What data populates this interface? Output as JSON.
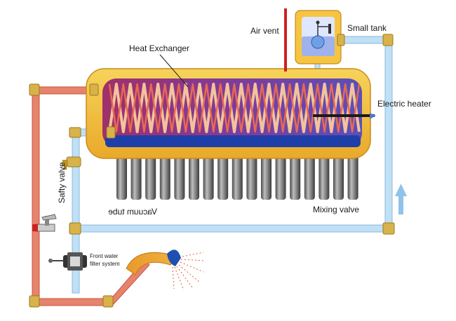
{
  "labels": {
    "air_vent": "Air vent",
    "small_tank": "Small tank",
    "heat_exchanger": "Heat Exchanger",
    "electric_heater": "Electric heater",
    "safety_valve": "Safty valve",
    "vacuum_tube": "Vacuum tube",
    "mixing_valve": "Mixing valve",
    "front_filter_line1": "Front water",
    "front_filter_line2": "filter system"
  },
  "colors": {
    "hot_pipe": "#e0705a",
    "cold_pipe": "#bfe0f5",
    "tank_shell": "#f5c542",
    "tank_inner": "#7a3fa0",
    "tank_bottom": "#1f3fa8",
    "coil": "#f6c6a0",
    "tube": "#8a8a8a",
    "fitting": "#d8b24a",
    "flow_arrow": "#8fc3ea"
  },
  "counts": {
    "vacuum_tubes": 17
  }
}
